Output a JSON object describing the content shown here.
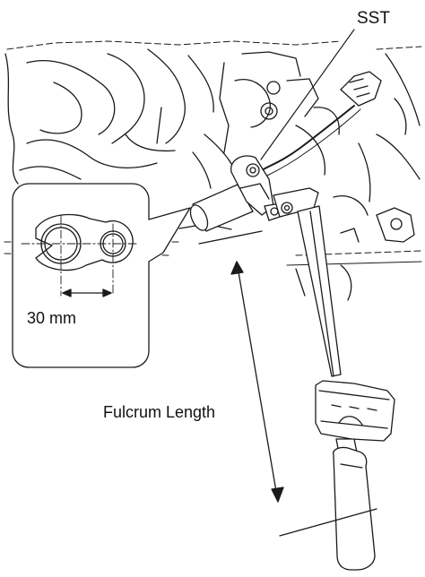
{
  "labels": {
    "sst": "SST",
    "dimension": "30 mm",
    "fulcrum_length": "Fulcrum Length"
  },
  "colors": {
    "line": "#1a1a1a",
    "background": "#ffffff"
  },
  "parts": {
    "main_illustration": "engine-compartment-line-drawing",
    "tool": "torque-wrench-with-sst",
    "inset": "sst-detail-inset"
  }
}
